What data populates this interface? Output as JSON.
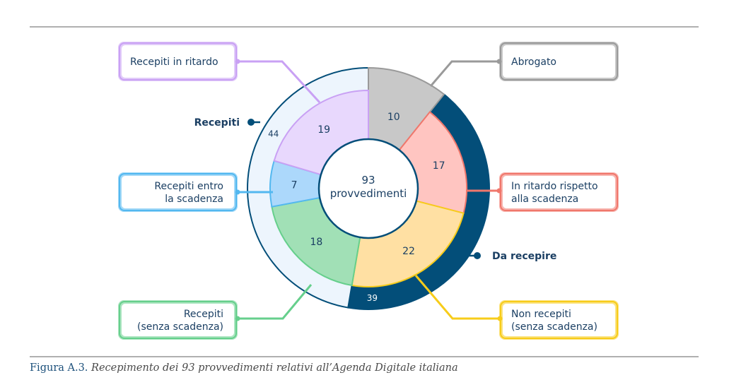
{
  "chart_data": {
    "type": "pie",
    "subtype": "nested-donut",
    "total": 93,
    "center_label": {
      "value": "93",
      "text": "provvedimenti"
    },
    "inner_series": [
      {
        "name": "Abrogato",
        "value": 10,
        "fill": "#c8c8c8",
        "stroke": "#9a9a9a"
      },
      {
        "name": "In ritardo rispetto alla scadenza",
        "value": 17,
        "fill": "#ffc5c1",
        "stroke": "#f0776c"
      },
      {
        "name": "Non recepiti (senza scadenza)",
        "value": 22,
        "fill": "#ffe0a3",
        "stroke": "#f7cc1a"
      },
      {
        "name": "Recepiti (senza scadenza)",
        "value": 18,
        "fill": "#a1e0b6",
        "stroke": "#66cf8c"
      },
      {
        "name": "Recepiti entro la scadenza",
        "value": 7,
        "fill": "#acd8fb",
        "stroke": "#53b8f0"
      },
      {
        "name": "Recepiti in ritardo",
        "value": 19,
        "fill": "#e8d8fd",
        "stroke": "#c9a1f4"
      }
    ],
    "outer_series": [
      {
        "name": "Abrogato",
        "value": 10,
        "fill": "#c8c8c8",
        "label": ""
      },
      {
        "name": "Da recepire",
        "value": 39,
        "fill": "#034e79",
        "label": "39"
      },
      {
        "name": "Recepiti",
        "value": 44,
        "fill": "#edf5fd",
        "label": "44"
      }
    ],
    "callouts": [
      {
        "lines": [
          "Recepiti in ritardo"
        ],
        "color": "#c9a1f4",
        "align": "left"
      },
      {
        "lines": [
          "Recepiti entro",
          "la scadenza"
        ],
        "color": "#53b8f0",
        "align": "right"
      },
      {
        "lines": [
          "Recepiti",
          "(senza scadenza)"
        ],
        "color": "#66cf8c",
        "align": "right"
      },
      {
        "lines": [
          "Abrogato"
        ],
        "color": "#9a9a9a",
        "align": "left"
      },
      {
        "lines": [
          "In ritardo rispetto",
          "alla scadenza"
        ],
        "color": "#f0776c",
        "align": "left"
      },
      {
        "lines": [
          "Non recepiti",
          "(senza scadenza)"
        ],
        "color": "#f7cc1a",
        "align": "left"
      }
    ],
    "group_labels": [
      {
        "text": "Recepiti"
      },
      {
        "text": "Da recepire"
      }
    ],
    "text_color": "#1b3f63",
    "accent_color": "#034e79"
  },
  "caption": {
    "prefix": "Figura A.3.",
    "body": " Recepimento dei 93 provvedimenti relativi all’Agenda Digitale italiana"
  }
}
